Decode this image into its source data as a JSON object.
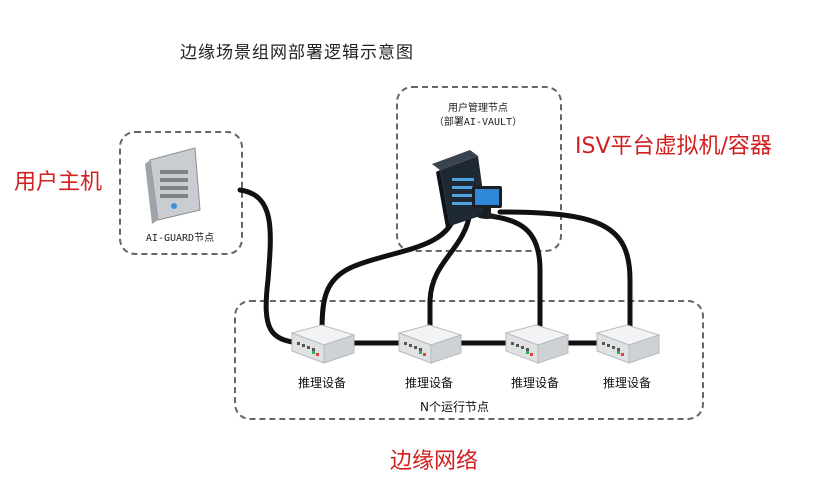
{
  "title": "边缘场景组网部署逻辑示意图",
  "labels": {
    "user_host": "用户主机",
    "isv": "ISV平台虚拟机/容器",
    "edge_network": "边缘网络"
  },
  "guard_node": {
    "label": "AI-GUARD节点"
  },
  "mgmt_node": {
    "line1": "用户管理节点",
    "line2": "（部署AI-VAULT）"
  },
  "devices": [
    {
      "label": "推理设备"
    },
    {
      "label": "推理设备"
    },
    {
      "label": "推理设备"
    },
    {
      "label": "推理设备"
    }
  ],
  "run_nodes": {
    "label": "N个运行节点"
  },
  "colors": {
    "accent_red": "#d02020",
    "cable": "#111111",
    "dash": "#666666"
  }
}
